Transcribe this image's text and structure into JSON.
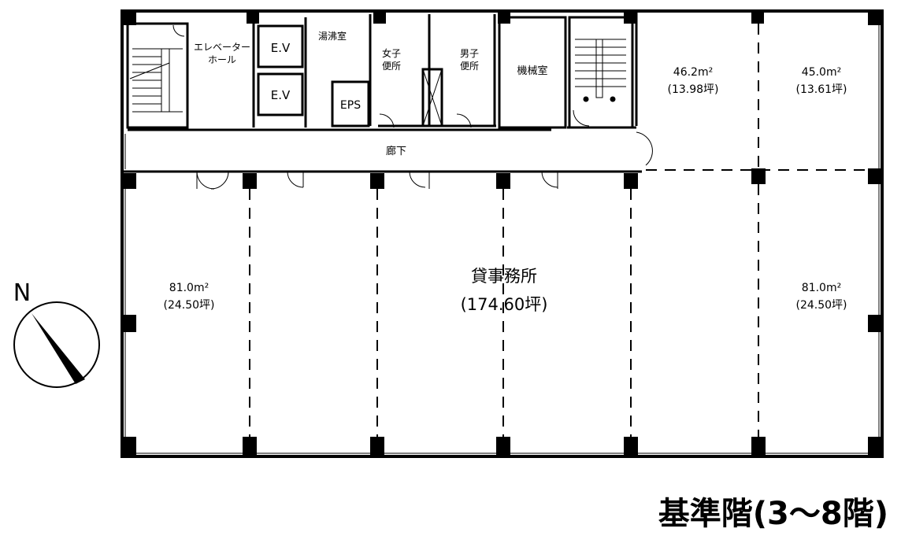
{
  "compass": {
    "label": "N"
  },
  "rooms": {
    "elevator_hall": [
      "エレベーター",
      "ホール"
    ],
    "ev1": "E.V",
    "ev2": "E.V",
    "kitchenette": "湯沸室",
    "eps": "EPS",
    "womens_toilet": [
      "女子",
      "便所"
    ],
    "mens_toilet": [
      "男子",
      "便所"
    ],
    "machine_room": "機械室",
    "corridor": "廊下",
    "unit_ne1": {
      "area": "46.2m²",
      "tsubo": "(13.98坪)"
    },
    "unit_ne2": {
      "area": "45.0m²",
      "tsubo": "(13.61坪)"
    },
    "unit_west": {
      "area": "81.0m²",
      "tsubo": "(24.50坪)"
    },
    "unit_east": {
      "area": "81.0m²",
      "tsubo": "(24.50坪)"
    },
    "office": {
      "name": "貸事務所",
      "tsubo": "(174.60坪)"
    }
  },
  "floor_title": "基準階(3〜8階)"
}
